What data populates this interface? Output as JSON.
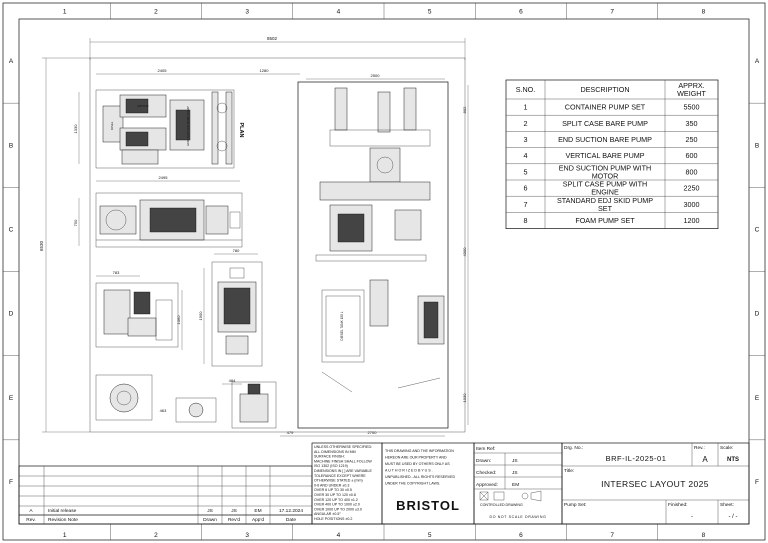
{
  "border": {
    "columns": [
      "1",
      "2",
      "3",
      "4",
      "5",
      "6",
      "7",
      "8"
    ],
    "rows": [
      "A",
      "B",
      "C",
      "D",
      "E",
      "F"
    ]
  },
  "dimensions": {
    "overall_width": "8502",
    "overall_height": "6530",
    "plan_w1": "2405",
    "plan_gap": "1280",
    "right_w": "2500",
    "right_h_top": "802",
    "plan_h": "1330",
    "plan_label": "PLAN",
    "row2_w": "2495",
    "row2_h": "750",
    "row3a_w": "783",
    "row3a_h": "1060",
    "row3b_w": "780",
    "row3b_h": "1900",
    "row4_w": "484",
    "row4_h": "463",
    "right_h_mid": "4300",
    "right_h_bot": "1030",
    "bottom_w": "2700",
    "bottom_small": "479"
  },
  "labels": {
    "motor": "MOTOR",
    "end_suction": "END SUCTION BARE PUMP",
    "split_case": "SPLIT CASE",
    "vertical": "VERTICAL",
    "diesel_tank": "DIESEL TANK 150 L"
  },
  "table": {
    "headers": [
      "S.NO.",
      "DESCRIPTION",
      "APPRX. WEIGHT"
    ],
    "rows": [
      {
        "sno": "1",
        "desc": "CONTAINER PUMP SET",
        "weight": "5500"
      },
      {
        "sno": "2",
        "desc": "SPLIT CASE BARE PUMP",
        "weight": "350"
      },
      {
        "sno": "3",
        "desc": "END SUCTION BARE PUMP",
        "weight": "250"
      },
      {
        "sno": "4",
        "desc": "VERTICAL BARE PUMP",
        "weight": "600"
      },
      {
        "sno": "5",
        "desc": "END SUCTION PUMP WITH MOTOR",
        "weight": "800"
      },
      {
        "sno": "6",
        "desc": "SPLIT CASE PUMP WITH ENGINE",
        "weight": "2250"
      },
      {
        "sno": "7",
        "desc": "STANDARD EDJ SKID PUMP SET",
        "weight": "3000"
      },
      {
        "sno": "8",
        "desc": "FOAM PUMP SET",
        "weight": "1200"
      }
    ]
  },
  "revision": {
    "rev": "A",
    "note": "Initial release",
    "drawn": "JS",
    "revd": "JS",
    "appd": "EM",
    "date": "17.12.2024",
    "head_rev": "Rev.",
    "head_note": "Revision Note",
    "head_drawn": "Drawn",
    "head_revd": "Rev'd",
    "head_appd": "App'd",
    "head_date": "Date"
  },
  "tolerances": [
    "UNLESS OTHERWISE SPECIFIED:",
    "ALL DIMENSIONS IN MM",
    "SURFACE FINISH:",
    "MACHINE FINISH SHALL FOLLOW",
    "ISO 1302 (ISO 1219)",
    "DIMENSIONS IN [ ] ARE VARIABLE",
    "TOLERANCE EXCEPT WHERE",
    "OTHERWISE STATED ± (mm)",
    "0-6 AND UNDER      ±0.3",
    "OVER 6 UP TO 30    ±0.5",
    "OVER 30 UP TO 120  ±0.8",
    "OVER 120 UP TO 400 ±1.2",
    "OVER 400 UP TO 1000 ±2.0",
    "OVER 1000 UP TO 2000 ±3.0",
    "ANGULAR  ±0.5°",
    "HOLE POSITIONS  ±0.2"
  ],
  "notice": [
    "THIS DRAWING AND THE INFORMATION",
    "HEREON ARE OUR PROPERTY AND",
    "MUST BE USED BY OTHERS ONLY AS",
    "A U T H O R I Z E D   B Y   U S .",
    "UNPUBLISHED - ALL RIGHTS RESERVED",
    "UNDER THE COPYRIGHT LAWS."
  ],
  "brand": "BRISTOL",
  "controlled": "CONTROLLED DRAWING",
  "no_scale": "DO NOT SCALE DRAWING",
  "title_block": {
    "item_ref_label": "Item Ref:",
    "drawn_label": "Drawn:",
    "drawn": "JS",
    "checked_label": "Checked:",
    "checked": "JS",
    "approved_label": "Approved:",
    "approved": "EM",
    "pump_set_label": "Pump Set:",
    "dwg_no_label": "Drg. No.:",
    "dwg_no": "BRF-IL-2025-01",
    "rev_label": "Rev.:",
    "rev": "A",
    "scale_label": "Scale:",
    "scale": "NTS",
    "title_label": "Title:",
    "title": "INTERSEC LAYOUT 2025",
    "finished_label": "Finished:",
    "finished": "-",
    "sheet_label": "Sheet:",
    "sheet": "- / -"
  }
}
